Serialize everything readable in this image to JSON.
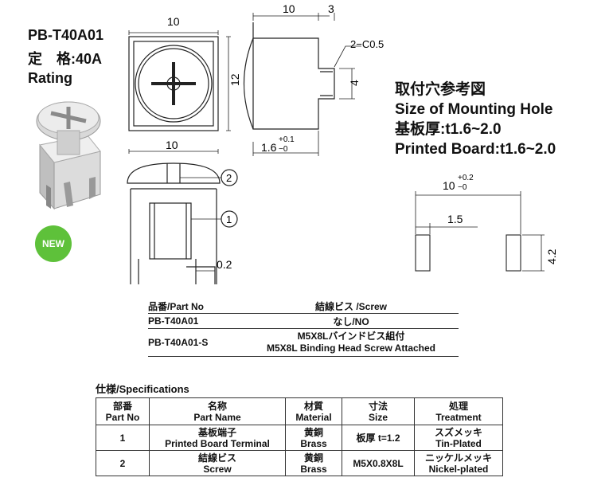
{
  "product": {
    "model": "PB-T40A01",
    "rating_jp": "定　格:40A",
    "rating_en": "Rating",
    "badge": "NEW"
  },
  "drawing": {
    "dim_10_top": "10",
    "dim_3": "3",
    "chamfer": "2−C0.5",
    "dim_12": "12",
    "dim_4": "4",
    "dim_10_bottom": "10",
    "dim_thick": "1.6",
    "dim_thick_tol_plus": "+0.1",
    "dim_thick_tol_minus": "−0",
    "dim_0_2": "0.2",
    "balloon_1": "1",
    "balloon_2": "2"
  },
  "mounting": {
    "title_jp": "取付穴参考図",
    "title_en": "Size of Mounting Hole",
    "board_jp": "基板厚:t1.6~2.0",
    "board_en": "Printed Board:t1.6~2.0",
    "dim_10": "10",
    "dim_10_tol_plus": "+0.2",
    "dim_10_tol_minus": "−0",
    "dim_1_5": "1.5",
    "dim_4_2": "4.2"
  },
  "part_table": {
    "header_part": "品番/Part No",
    "header_screw": "結線ビス /Screw",
    "rows": [
      {
        "part": "PB-T40A01",
        "screw_line1": "なし/NO",
        "screw_line2": ""
      },
      {
        "part": "PB-T40A01-S",
        "screw_line1": "M5X8Lバインドビス組付",
        "screw_line2": "M5X8L Binding Head Screw Attached"
      }
    ]
  },
  "spec": {
    "title": "仕様/Specifications",
    "headers": [
      {
        "jp": "部番",
        "en": "Part No"
      },
      {
        "jp": "名称",
        "en": "Part Name"
      },
      {
        "jp": "材質",
        "en": "Material"
      },
      {
        "jp": "寸法",
        "en": "Size"
      },
      {
        "jp": "処理",
        "en": "Treatment"
      }
    ],
    "rows": [
      {
        "no": "1",
        "name_jp": "基板端子",
        "name_en": "Printed Board Terminal",
        "mat_jp": "黄銅",
        "mat_en": "Brass",
        "size": "板厚 t=1.2",
        "treat_jp": "スズメッキ",
        "treat_en": "Tin-Plated"
      },
      {
        "no": "2",
        "name_jp": "結線ビス",
        "name_en": "Screw",
        "mat_jp": "黄銅",
        "mat_en": "Brass",
        "size": "M5X0.8X8L",
        "treat_jp": "ニッケルメッキ",
        "treat_en": "Nickel-plated"
      }
    ]
  }
}
